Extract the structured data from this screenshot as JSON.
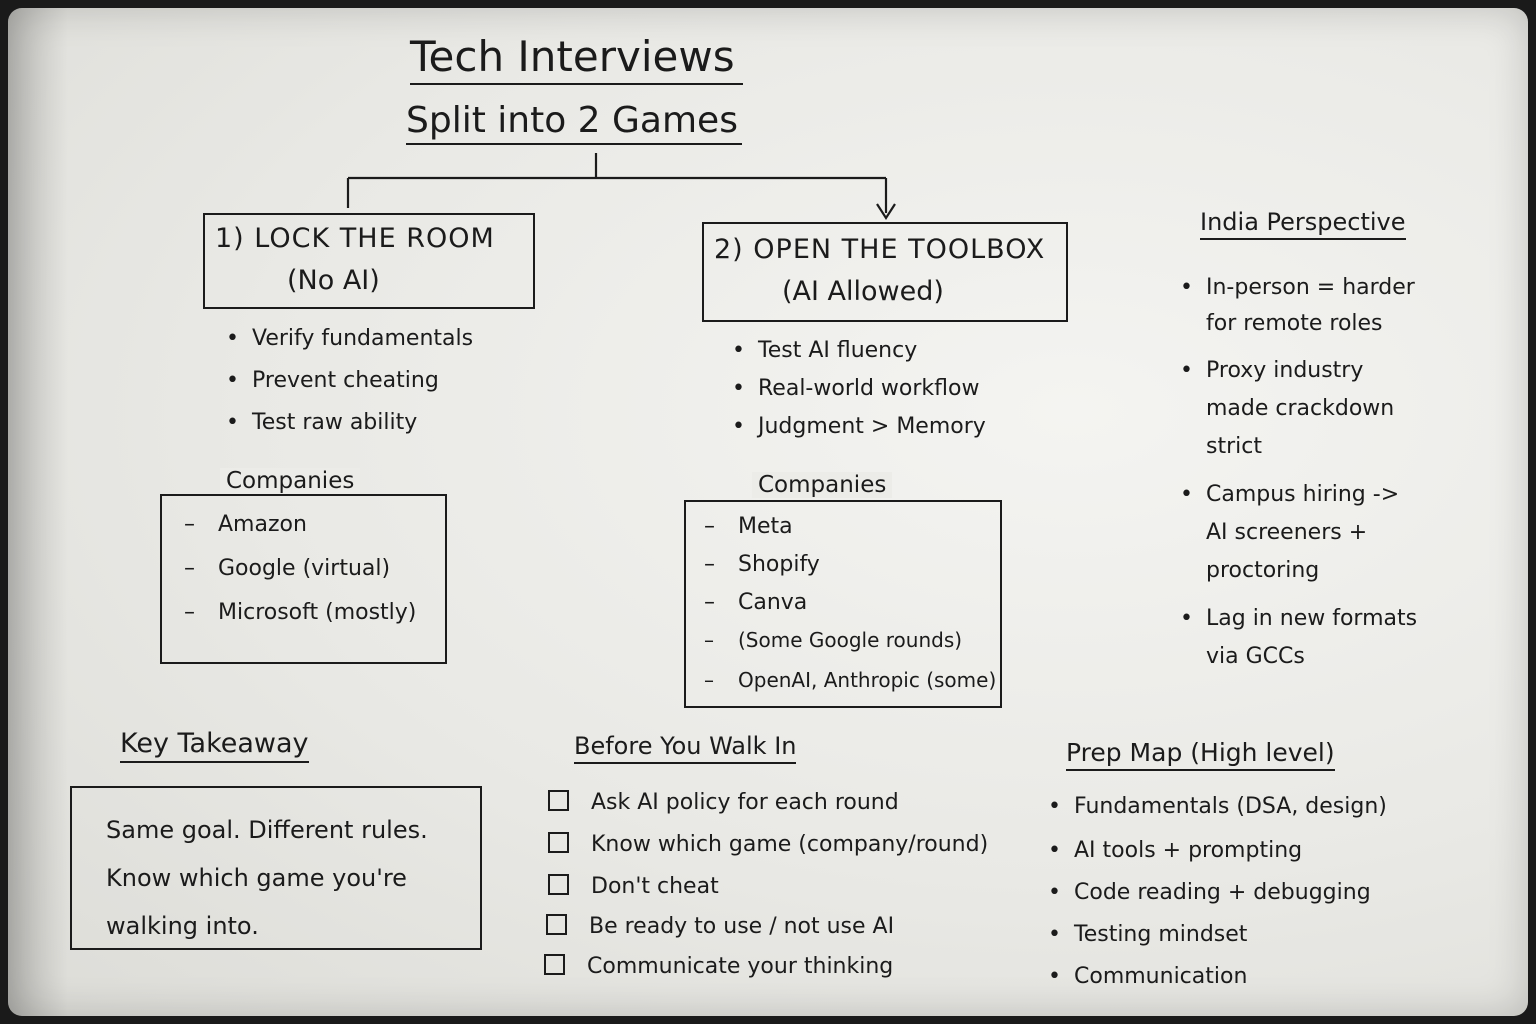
{
  "title": "Tech Interviews",
  "subtitle": "Split into 2 Games",
  "game1": {
    "title": "1)  LOCK  THE  ROOM",
    "subtitle": "(No  AI)",
    "bullets": [
      "Verify  fundamentals",
      "Prevent  cheating",
      "Test  raw  ability"
    ],
    "companies_label": "Companies",
    "companies": [
      "Amazon",
      "Google  (virtual)",
      "Microsoft  (mostly)"
    ]
  },
  "game2": {
    "title": "2)  OPEN  THE  TOOLBOX",
    "subtitle": "(AI  Allowed)",
    "bullets": [
      "Test  AI  fluency",
      "Real-world  workflow",
      "Judgment  >  Memory"
    ],
    "companies_label": "Companies",
    "companies": [
      "Meta",
      "Shopify",
      "Canva",
      "(Some  Google  rounds)",
      "OpenAI,  Anthropic  (some)"
    ]
  },
  "india": {
    "title": "India  Perspective",
    "bullets": [
      [
        "In-person  =  harder",
        "for  remote  roles"
      ],
      [
        "Proxy  industry",
        "made  crackdown",
        "strict"
      ],
      [
        "Campus  hiring  ->",
        "AI  screeners  +",
        "proctoring"
      ],
      [
        "Lag  in  new  formats",
        "via  GCCs"
      ]
    ]
  },
  "takeaway": {
    "title": "Key  Takeaway",
    "lines": [
      "Same  goal.  Different  rules.",
      "Know  which  game  you're",
      "walking  into."
    ]
  },
  "checklist": {
    "title": "Before  You  Walk  In",
    "items": [
      "Ask  AI  policy  for  each  round",
      "Know  which  game  (company/round)",
      "Don't  cheat",
      "Be  ready  to  use  / not  use  AI",
      "Communicate  your  thinking"
    ]
  },
  "prep": {
    "title": "Prep  Map  (High  level)",
    "items": [
      "Fundamentals  (DSA,  design)",
      "AI  tools  +  prompting",
      "Code  reading  +  debugging",
      "Testing  mindset",
      "Communication"
    ]
  }
}
